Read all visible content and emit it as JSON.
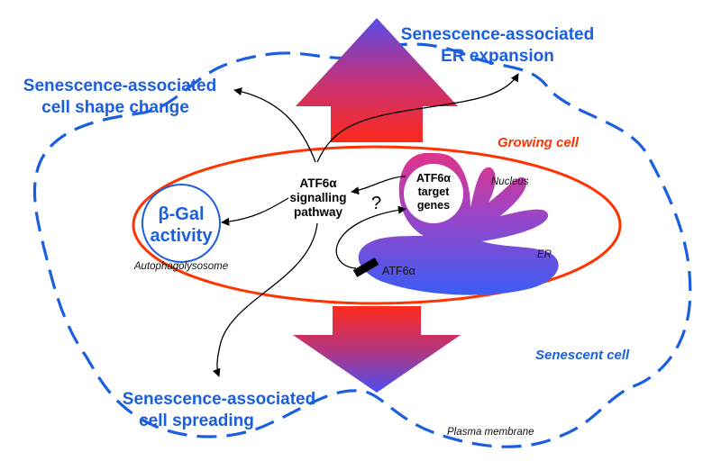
{
  "labels": {
    "er_expansion_line1": "Senescence-associated",
    "er_expansion_line2": "ER expansion",
    "shape_change_line1": "Senescence-associated",
    "shape_change_line2": "cell shape change",
    "spreading_line1": "Senescence-associated",
    "spreading_line2": "cell spreading",
    "growing_cell": "Growing cell",
    "senescent_cell": "Senescent cell",
    "plasma_membrane": "Plasma membrane",
    "pathway_line1": "ATF6α",
    "pathway_line2": "signalling",
    "pathway_line3": "pathway",
    "bgal_line1": "β-Gal",
    "bgal_line2": "activity",
    "autophagolysosome": "Autophagolysosome",
    "target_line1": "ATF6α",
    "target_line2": "target",
    "target_line3": "genes",
    "nucleus": "Nucleus",
    "er": "ER",
    "atf6_membrane": "ATF6α",
    "question": "?"
  },
  "colors": {
    "blue": "#1a5fe0",
    "red": "#ff3300",
    "arrow_red": "#ff2a1a",
    "arrow_blue": "#4a4ff0",
    "er_blue": "#3a5cf5",
    "nucleus_pink": "#e0338a"
  }
}
